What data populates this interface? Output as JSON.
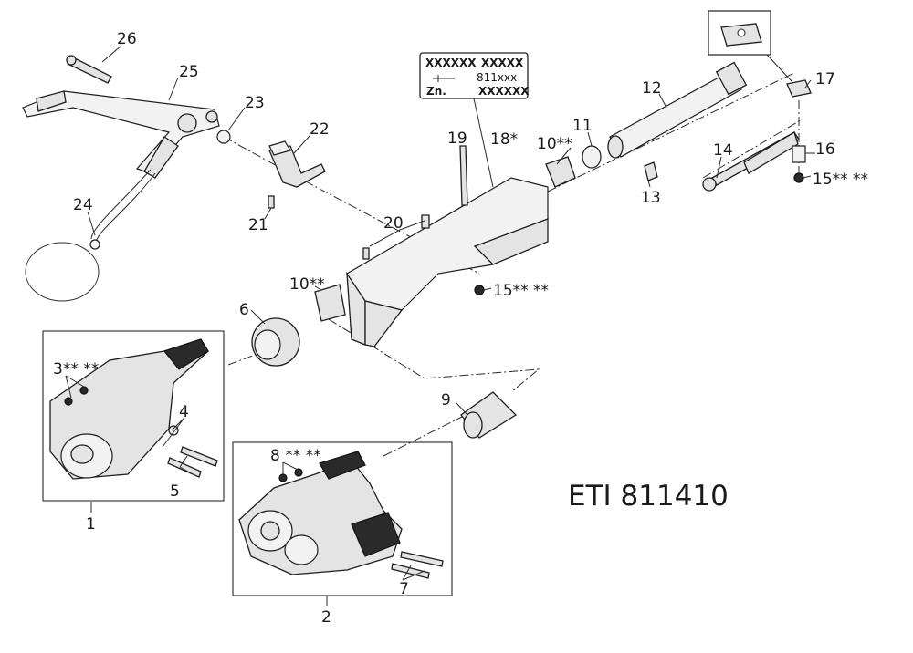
{
  "reference": "ETI 811410",
  "nameplate": {
    "code_left": "XXXXXX",
    "code_right": "XXXXX",
    "model": "811xxx",
    "zn": "Zn.",
    "code_bottom": "XXXXXX"
  },
  "labels": {
    "l26": "26",
    "l25": "25",
    "l23": "23",
    "l22": "22",
    "l21": "21",
    "l24": "24",
    "l20": "20",
    "l19": "19",
    "l18": "18*",
    "l10_top": "10**",
    "l11": "11",
    "l12": "12",
    "l13": "13",
    "l14": "14",
    "l16": "16",
    "l17": "17",
    "l15_right": "15** **",
    "l15_center": "15** **",
    "l10_lower": "10**",
    "l6": "6",
    "l9": "9",
    "l3": "3** **",
    "l4": "4",
    "l5": "5",
    "l8": "8 ** **",
    "l7": "7",
    "l1": "1",
    "l2": "2"
  }
}
